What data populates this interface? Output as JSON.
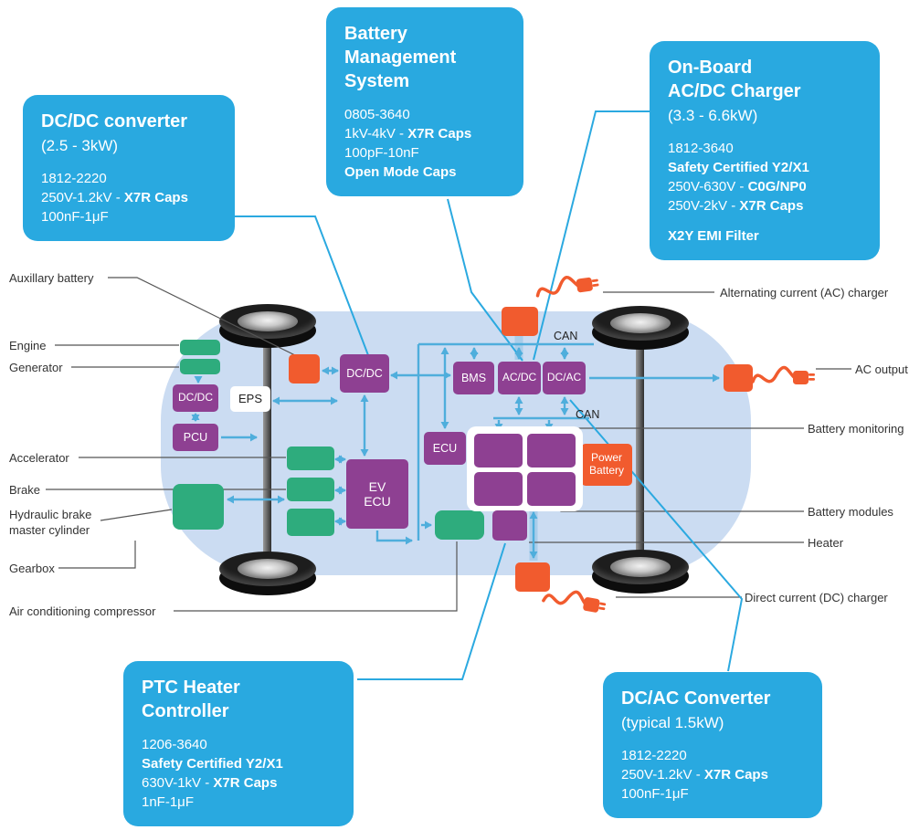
{
  "colors": {
    "callout_bg": "#29A9E0",
    "green": "#2EAC7D",
    "purple": "#8E4092",
    "orange": "#F15B2E",
    "arrow_blue": "#4FAEDC",
    "car_body": "#CBDCF2"
  },
  "callouts": {
    "dcdc": {
      "title": "DC/DC converter",
      "subtitle": "(2.5 - 3kW)",
      "l1": "1812-2220",
      "l2_pre": "250V-1.2kV - ",
      "l2_bold": "X7R Caps",
      "l3": "100nF-1μF"
    },
    "bms": {
      "title": "Battery\nManagement\nSystem",
      "l1": "0805-3640",
      "l2_pre": "1kV-4kV - ",
      "l2_bold": "X7R Caps",
      "l3": "100pF-10nF",
      "l4_bold": "Open Mode Caps"
    },
    "obc": {
      "title": "On-Board\nAC/DC Charger",
      "subtitle": "(3.3 - 6.6kW)",
      "l1": "1812-3640",
      "l2_bold": "Safety Certified Y2/X1",
      "l3_pre": "250V-630V - ",
      "l3_bold": "C0G/NP0",
      "l4_pre": "250V-2kV - ",
      "l4_bold": "X7R Caps",
      "l5_bold": "X2Y EMI Filter"
    },
    "ptc": {
      "title": "PTC Heater\nController",
      "l1": "1206-3640",
      "l2_bold": "Safety Certified Y2/X1",
      "l3_pre": "630V-1kV - ",
      "l3_bold": "X7R Caps",
      "l4": "1nF-1μF"
    },
    "dcac": {
      "title": "DC/AC Converter",
      "subtitle": "(typical 1.5kW)",
      "l1": "1812-2220",
      "l2_pre": "250V-1.2kV - ",
      "l2_bold": "X7R Caps",
      "l3": "100nF-1μF"
    }
  },
  "components": {
    "dcdc_main": "DC/DC",
    "dcdc_left": "DC/DC",
    "pcu": "PCU",
    "eps": "EPS",
    "ev_ecu": "EV\nECU",
    "ecu": "ECU",
    "bms": "BMS",
    "acdc": "AC/DC",
    "dcac": "DC/AC",
    "power_battery": "Power\nBattery",
    "can_top": "CAN",
    "can_bottom": "CAN"
  },
  "labels": {
    "aux_battery": "Auxillary battery",
    "engine": "Engine",
    "generator": "Generator",
    "accelerator": "Accelerator",
    "brake": "Brake",
    "hydraulic": "Hydraulic brake\nmaster cylinder",
    "gearbox": "Gearbox",
    "ac_compressor": "Air conditioning compressor",
    "ac_charger": "Alternating current (AC) charger",
    "ac_output": "AC output",
    "battery_monitoring": "Battery monitoring",
    "battery_modules": "Battery modules",
    "heater": "Heater",
    "dc_charger": "Direct current (DC) charger"
  }
}
